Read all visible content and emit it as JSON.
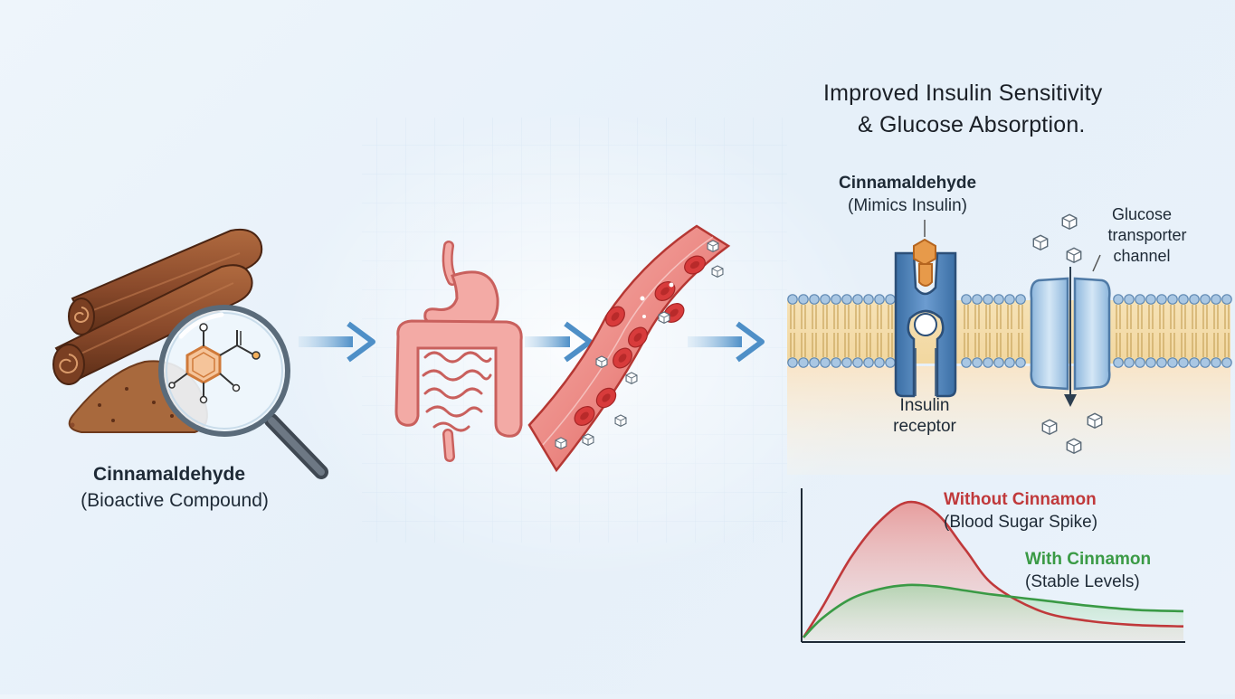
{
  "title": {
    "line1": "Improved Insulin Sensitivity",
    "line2": "& Glucose Absorption."
  },
  "compound": {
    "name": "Cinnamaldehyde",
    "desc": "(Bioactive Compound)"
  },
  "receptor_panel": {
    "mimic_name": "Cinnamaldehyde",
    "mimic_desc": "(Mimics Insulin)",
    "receptor_line1": "Insulin",
    "receptor_line2": "receptor",
    "transporter_line1": "Glucose",
    "transporter_line2": "transporter",
    "transporter_line3": "channel"
  },
  "icons": [
    "cinnamon-sticks-icon",
    "magnifier-icon",
    "molecule-icon",
    "digestive-system-icon",
    "blood-vessel-icon",
    "glucose-cube-icon",
    "arrow-right-icon"
  ],
  "colors": {
    "cinnamon": "#8a4a2b",
    "spike": "#c0393b",
    "stable": "#3a9a45",
    "receptor": "#4d7fb0",
    "insulin_mimic": "#e79a4a",
    "vessel": "#d64a4a"
  },
  "chart_data": {
    "type": "area",
    "series": [
      {
        "name": "Without Cinnamon",
        "desc": "(Blood Sugar Spike)",
        "color": "#c0393b",
        "x": [
          0,
          0.4,
          1,
          1.6,
          2.2,
          2.8,
          3.4,
          4,
          5,
          6,
          7,
          8
        ],
        "y": [
          0.1,
          1.2,
          3.0,
          4.3,
          5.0,
          4.6,
          3.3,
          2.0,
          1.05,
          0.7,
          0.55,
          0.5
        ]
      },
      {
        "name": "With Cinnamon",
        "desc": "(Stable Levels)",
        "color": "#3a9a45",
        "x": [
          0,
          0.4,
          1,
          1.6,
          2.2,
          2.8,
          3.4,
          4,
          5,
          6,
          7,
          8
        ],
        "y": [
          0.1,
          0.8,
          1.5,
          1.85,
          2.0,
          1.95,
          1.8,
          1.65,
          1.45,
          1.25,
          1.1,
          1.05
        ]
      }
    ],
    "xlim": [
      0,
      8
    ],
    "ylim": [
      0,
      5.5
    ],
    "grid": false,
    "legend": "inline-right"
  }
}
